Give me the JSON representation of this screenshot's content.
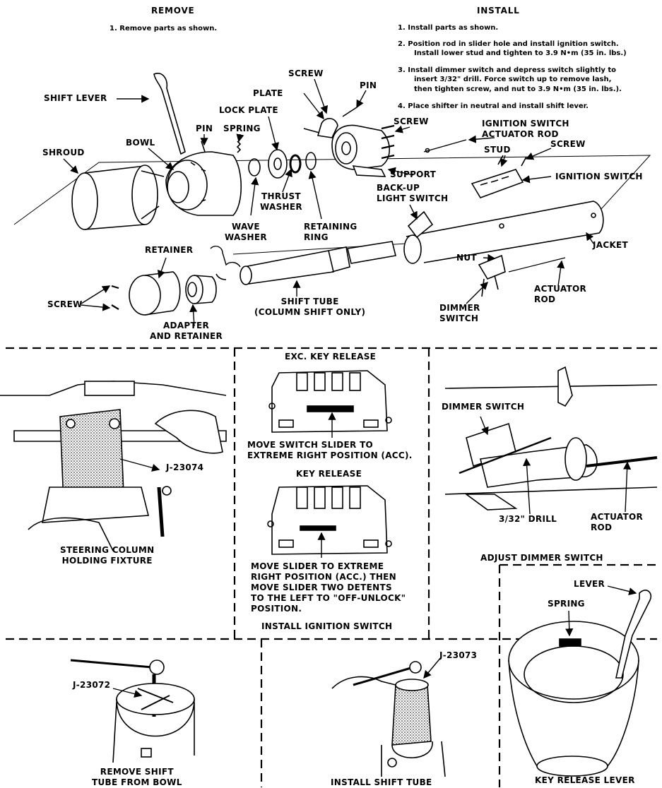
{
  "remove": {
    "heading": "REMOVE",
    "step1": "1.  Remove parts as shown."
  },
  "install": {
    "heading": "INSTALL",
    "steps": [
      "1.  Install parts as shown.",
      "2.  Position rod in slider hole and install ignition switch.",
      "Install lower stud and tighten to 3.9 N•m (35 in. lbs.)",
      "3.  Install dimmer switch and depress switch slightly to",
      "insert 3/32\" drill.  Force switch up to remove lash,",
      "then tighten screw, and nut to 3.9 N•m (35 in. lbs.).",
      "4.  Place shifter in neutral and install  shift lever."
    ]
  },
  "labels": {
    "shift_lever": "SHIFT LEVER",
    "shroud": "SHROUD",
    "bowl": "BOWL",
    "pin1": "PIN",
    "spring": "SPRING",
    "lock_plate": "LOCK PLATE",
    "plate": "PLATE",
    "screw_top": "SCREW",
    "pin2": "PIN",
    "screw_right": "SCREW",
    "thrust_washer": [
      "THRUST",
      "WASHER"
    ],
    "wave_washer": [
      "WAVE",
      "WASHER"
    ],
    "retaining_ring": [
      "RETAINING",
      "RING"
    ],
    "support": "SUPPORT",
    "ign_actuator_rod": [
      "IGNITION SWITCH",
      "ACTUATOR ROD"
    ],
    "stud": "STUD",
    "screw_ign": "SCREW",
    "ignition_switch": "IGNITION SWITCH",
    "backup_switch": [
      "BACK-UP",
      "LIGHT SWITCH"
    ],
    "jacket": "JACKET",
    "retainer": "RETAINER",
    "nut": "NUT",
    "screw_left": "SCREW",
    "shift_tube": [
      "SHIFT TUBE",
      "(COLUMN SHIFT ONLY)"
    ],
    "adapter": [
      "ADAPTER",
      "AND RETAINER"
    ],
    "dimmer_switch": [
      "DIMMER",
      "SWITCH"
    ],
    "actuator_rod": [
      "ACTUATOR",
      "ROD"
    ]
  },
  "panels": {
    "holding": {
      "tool": "J-23074",
      "caption": [
        "STEERING COLUMN",
        "HOLDING FIXTURE"
      ]
    },
    "ignition": {
      "exc_key": "EXC. KEY RELEASE",
      "move1": [
        "MOVE SWITCH SLIDER TO",
        "EXTREME RIGHT POSITION (ACC)."
      ],
      "key_release": "KEY RELEASE",
      "move2": [
        "MOVE SLIDER TO EXTREME",
        "RIGHT POSITION (ACC.) THEN",
        "MOVE SLIDER TWO DETENTS",
        "TO THE LEFT TO \"OFF-UNLOCK\"",
        "POSITION."
      ],
      "caption": "INSTALL IGNITION SWITCH"
    },
    "dimmer": {
      "dimmer_switch": "DIMMER SWITCH",
      "drill": "3/32\" DRILL",
      "actuator": [
        "ACTUATOR",
        "ROD"
      ],
      "caption": "ADJUST DIMMER SWITCH"
    },
    "remove_tube": {
      "tool": "J-23072",
      "caption": [
        "REMOVE SHIFT",
        "TUBE FROM BOWL"
      ]
    },
    "install_tube": {
      "tool": "J-23073",
      "caption": "INSTALL SHIFT TUBE"
    },
    "key_lever": {
      "lever": "LEVER",
      "spring": "SPRING",
      "caption": "KEY RELEASE LEVER"
    }
  }
}
